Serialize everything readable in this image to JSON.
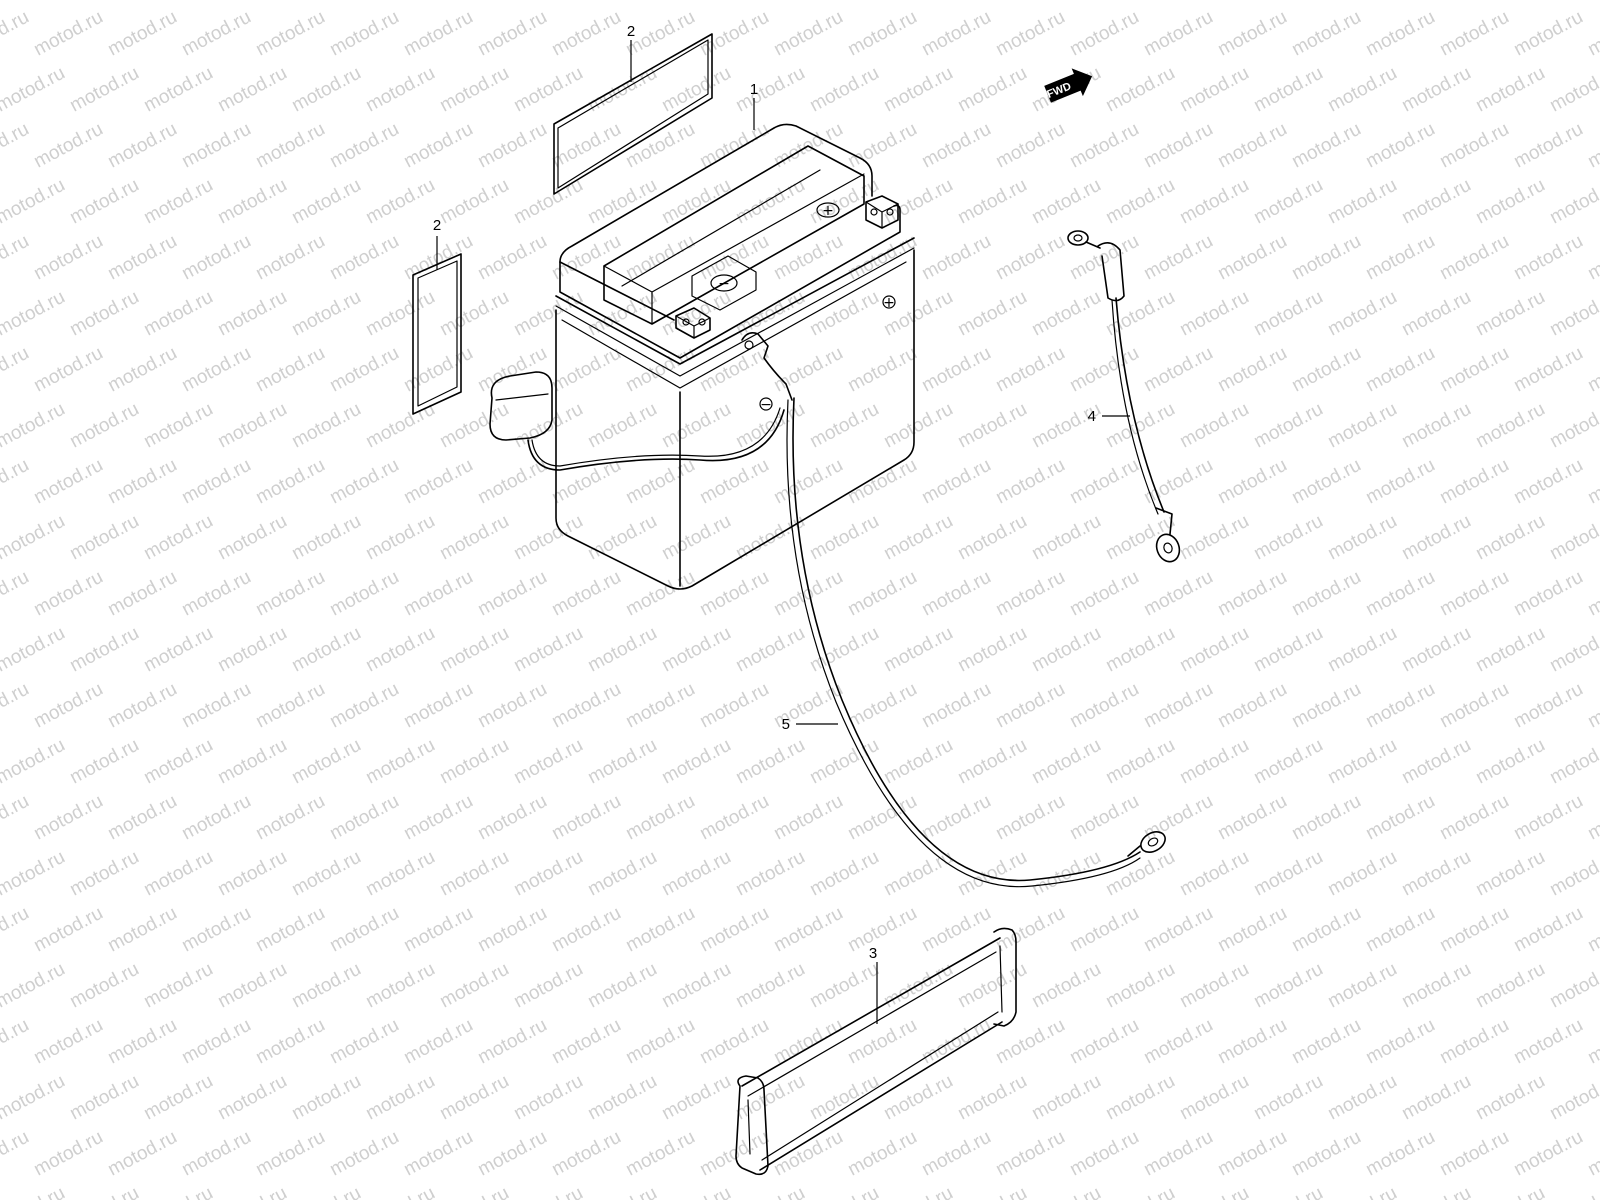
{
  "watermark": {
    "text": "motod.ru"
  },
  "orientation": {
    "label": "FWD"
  },
  "terminals": {
    "positive": "+",
    "negative": "−"
  },
  "callouts": [
    {
      "id": "battery",
      "number": "1"
    },
    {
      "id": "label-top",
      "number": "2"
    },
    {
      "id": "label-side",
      "number": "2"
    },
    {
      "id": "strap",
      "number": "3"
    },
    {
      "id": "cable-short",
      "number": "4"
    },
    {
      "id": "cable-long",
      "number": "5"
    }
  ],
  "colors": {
    "line": "#000000",
    "watermark": "#cfcfcf",
    "background": "#ffffff"
  }
}
